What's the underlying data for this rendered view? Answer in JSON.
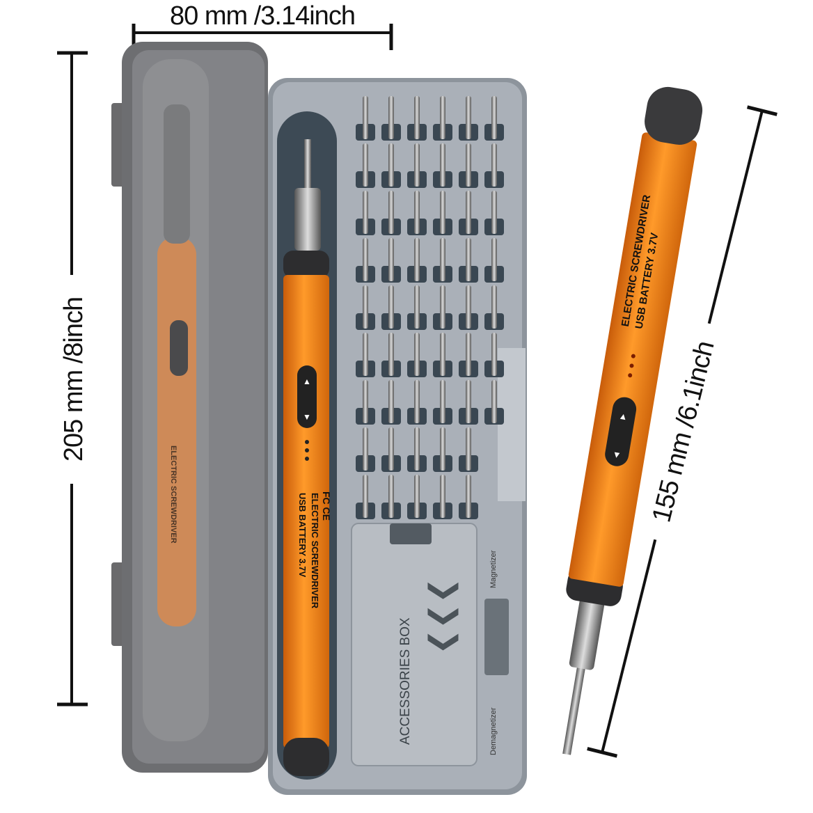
{
  "dimensions": {
    "width": "80 mm /3.14inch",
    "height": "205 mm /8inch",
    "length": "155 mm /6.1inch"
  },
  "product": {
    "label_line1": "ELECTRIC SCREWDRIVER",
    "label_line2": "USB BATTERY 3.7V",
    "certifications": "FC CE",
    "accessories_box": "ACCESSORIES BOX",
    "magnetizer": "Magnetizer",
    "demagnetizer": "Demagnetizer"
  },
  "colors": {
    "orange": "#f08a1c",
    "case_dark": "#6c6d70",
    "case_light": "#aab0b8",
    "bit_slot": "#3a4752"
  }
}
